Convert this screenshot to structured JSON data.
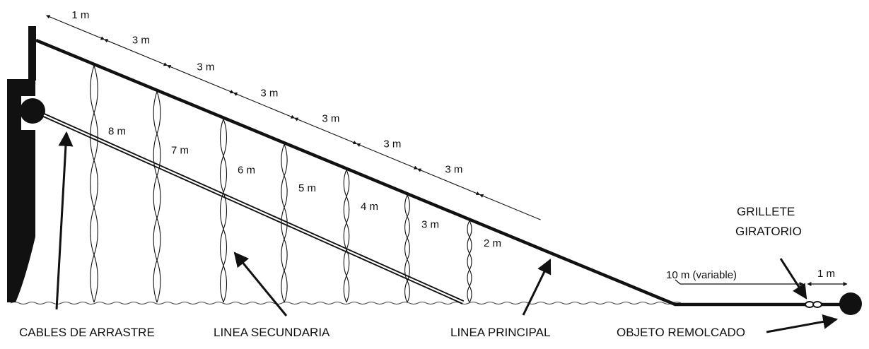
{
  "spacing_labels": [
    "1 m",
    "3 m",
    "3 m",
    "3 m",
    "3 m",
    "3 m",
    "3 m"
  ],
  "drop_labels": [
    "8 m",
    "7 m",
    "6 m",
    "5 m",
    "4 m",
    "3 m",
    "2 m"
  ],
  "segment_labels": {
    "variable": "10 m (variable)",
    "end": "1 m"
  },
  "labels": {
    "tow_cables": "CABLES DE ARRASTRE",
    "secondary_line": "LINEA SECUNDARIA",
    "main_line": "LINEA PRINCIPAL",
    "towed_object": "OBJETO REMOLCADO",
    "swivel_line1": "GRILLETE",
    "swivel_line2": "GIRATORIO"
  }
}
